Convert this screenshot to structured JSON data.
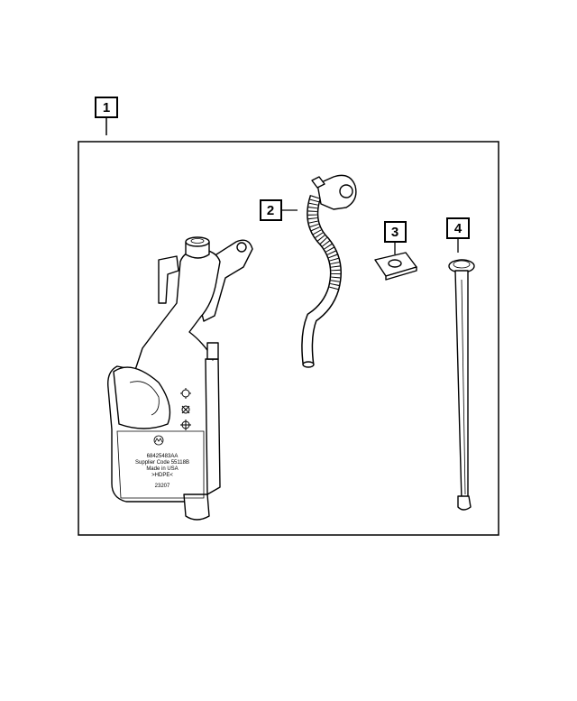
{
  "callouts": [
    "1",
    "2",
    "3",
    "4"
  ],
  "tank_label": {
    "part_number": "68425483AA",
    "supplier": "Supplier Code 55118B",
    "origin": "Made in USA",
    "material": ">HDPE<",
    "code": "23207"
  },
  "icons": [
    "mopar-logo-icon",
    "coolant-temperature-icon",
    "fan-icon",
    "coolant-symbol-icon"
  ]
}
